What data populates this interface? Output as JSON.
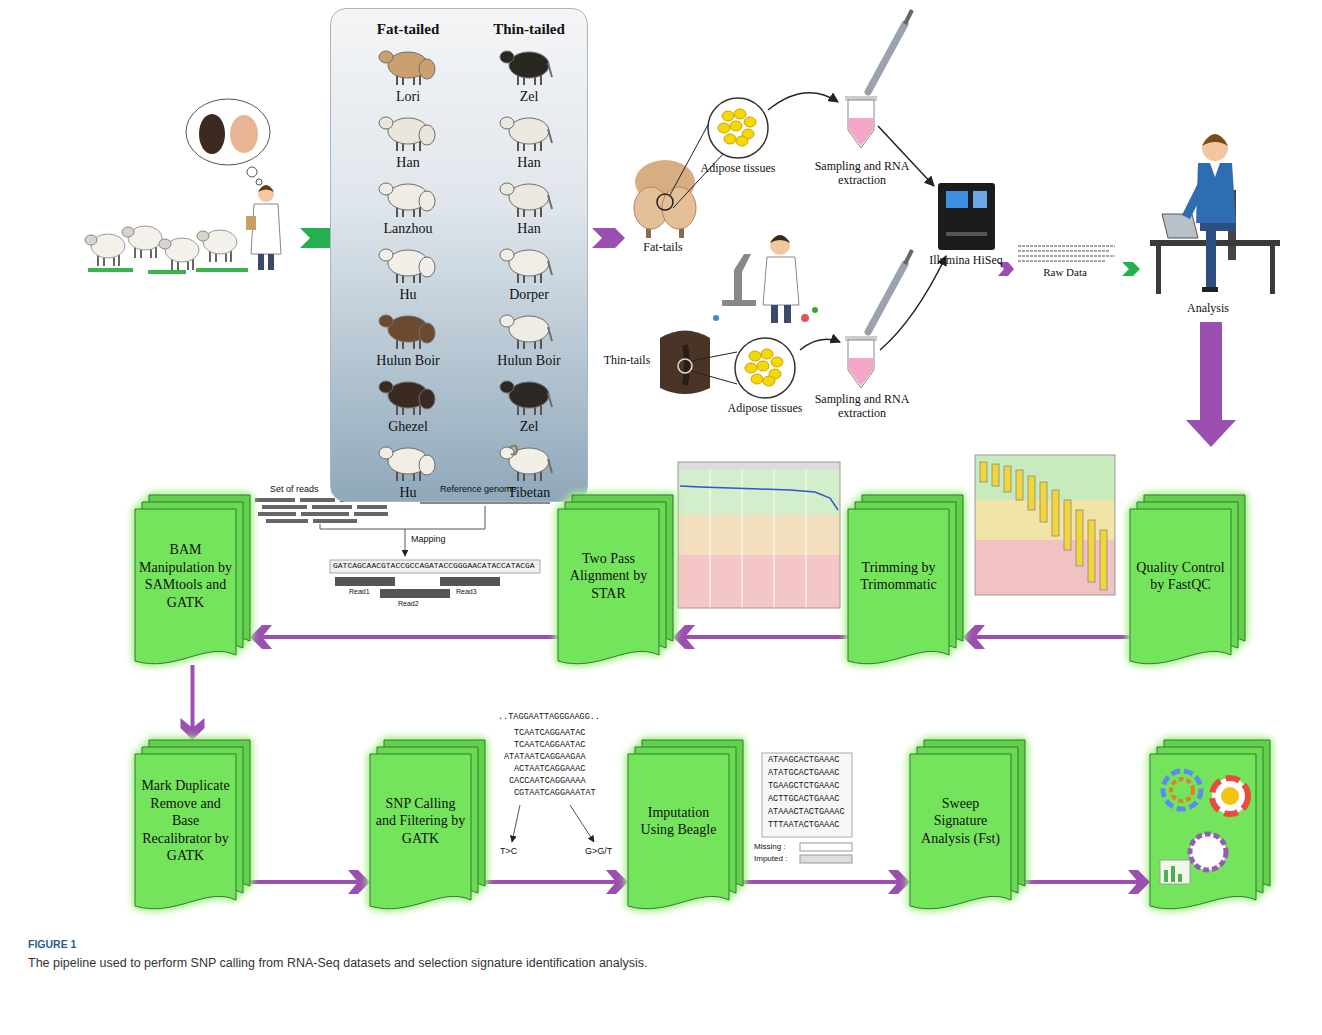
{
  "diagram": {
    "caption": "The pipeline used to perform SNP calling from RNA-Seq datasets and selection signature identification analysis.",
    "nodes": [
      {
        "text": [
          "Fat-tailed",
          "Thin-tailed",
          "Lori",
          "Zel",
          "Han",
          "Han",
          "Lanzhou",
          "Han",
          "Hu",
          "Dorper",
          "Hulun Boir",
          "Hulun Boir",
          "Ghezel",
          "Zel",
          "Hu",
          "Tibetan"
        ]
      },
      {
        "text": [
          "Adipose tissues"
        ]
      },
      {
        "text": [
          "Adipose tissues"
        ]
      },
      {
        "text": [
          "Quality Control by FastQC"
        ]
      },
      {
        "text": [
          "Trimming by Trimommatic"
        ]
      },
      {
        "text": [
          "Two Pass Alignment by STAR"
        ]
      },
      {
        "text": [
          "BAM Manipulation by SAMtools and GATK"
        ]
      },
      {
        "text": [
          "Mark Duplicate Remove and Base Recalibrator by GATK"
        ]
      },
      {
        "text": [
          "SNP Calling and Filtering by GATK"
        ]
      },
      {
        "text": [
          "Imputation Using Beagle"
        ]
      },
      {
        "text": [
          "Sweep Signature Analysis (Fst)"
        ]
      }
    ],
    "edges": [
      {
        "from": 3,
        "to": 4,
        "arrow": "to"
      },
      {
        "from": 4,
        "to": 5,
        "arrow": "to"
      },
      {
        "from": 5,
        "to": 6,
        "arrow": "to"
      },
      {
        "from": 6,
        "to": 7,
        "arrow": "to"
      },
      {
        "from": 7,
        "to": 8,
        "arrow": "to"
      },
      {
        "from": 8,
        "to": 9,
        "arrow": "to"
      },
      {
        "from": 9,
        "to": 10,
        "arrow": "to"
      }
    ],
    "labels": [
      "Fat-tails",
      "Thin-tails",
      "Sampling and RNA extraction",
      "Sampling and RNA extraction",
      "Illumina HiSeq",
      "Raw Data",
      "Analysis",
      "Set of reads",
      "Reference genome",
      "Mapping",
      "GATCAGCAACGTACCGCCAGATACCGGGAACATACCATACGA",
      "Read1",
      "Read2",
      "Read3",
      "..TAGGAATTAGGGAAGG..",
      "TCAATCAGGAATAC",
      "TCAATCAGGAATAC",
      "ATATAATCAGGAAGAA",
      "ACTAATCAGGAAAC",
      "CACCAATCAGGAAAA",
      "CGTAATCAGGAAATAT",
      "T>C",
      "G>G/T",
      "ATAAGCACTGAAAC",
      "ATATGCACTGAAAC",
      "TGAAGCTCTGAAAC",
      "ACTTGCACTGAAAC",
      "ATAAACTACTGAAAC",
      "TTTAATACTGAAAC",
      "Missing :",
      "Imputed :",
      "FIGURE 1"
    ]
  }
}
